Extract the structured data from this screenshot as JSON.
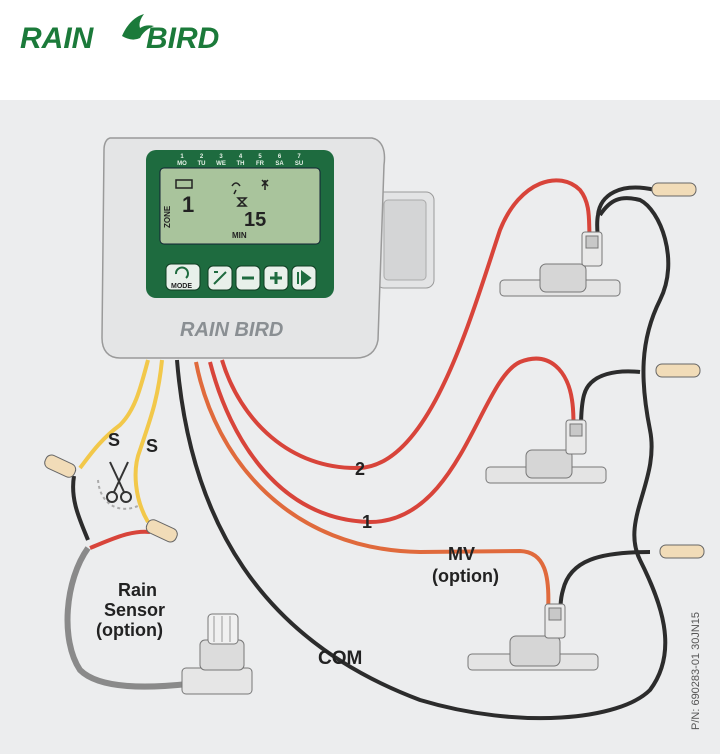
{
  "brand": {
    "logo_text_left": "RAIN",
    "logo_text_right": "BIRD",
    "color": "#1b7a3a"
  },
  "controller": {
    "days": [
      {
        "num": "1",
        "name": "MO"
      },
      {
        "num": "2",
        "name": "TU"
      },
      {
        "num": "3",
        "name": "WE"
      },
      {
        "num": "4",
        "name": "TH"
      },
      {
        "num": "5",
        "name": "FR"
      },
      {
        "num": "6",
        "name": "SA"
      },
      {
        "num": "7",
        "name": "SU"
      }
    ],
    "zone_label": "ZONE",
    "zone_value": "1",
    "duration_value": "15",
    "duration_unit": "MIN",
    "mode_label": "MODE",
    "brand_text": "RAIN BIRD"
  },
  "wires": {
    "sensor_a": "S",
    "sensor_b": "S",
    "zone2": "2",
    "zone1": "1",
    "mv_line1": "MV",
    "mv_line2": "(option)",
    "common": "COM"
  },
  "rain_sensor": {
    "line1": "Rain",
    "line2": "Sensor",
    "line3": "(option)"
  },
  "part_number": "P/N: 690283-01 30JN15",
  "colors": {
    "red_wire": "#d8443a",
    "orange_wire": "#e06a3c",
    "yellow_wire": "#f2c84a",
    "black_wire": "#2c2c2c",
    "grey_wire": "#8a8a8a",
    "lcd": "#a9c49c",
    "bezel": "#1e6b3f"
  }
}
